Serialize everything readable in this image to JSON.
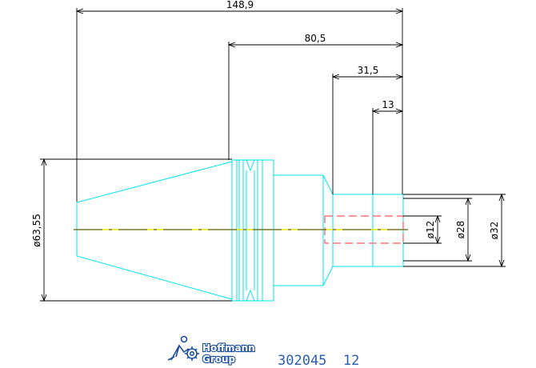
{
  "drawing": {
    "length_dimensions": [
      "148,9",
      "80,5",
      "31,5",
      "13"
    ],
    "diameter_dimensions": [
      "ø63,55",
      "ø12",
      "ø28",
      "ø32"
    ]
  },
  "title_block": {
    "brand_line1": "Hoffmann",
    "brand_line2": "Group",
    "part_number": "302045  12"
  },
  "colors": {
    "outline": "#00e5ee",
    "dimension": "#000000",
    "centerline": "#e8e800",
    "hidden_line": "#ff3030",
    "brand": "#1d4fa0"
  }
}
